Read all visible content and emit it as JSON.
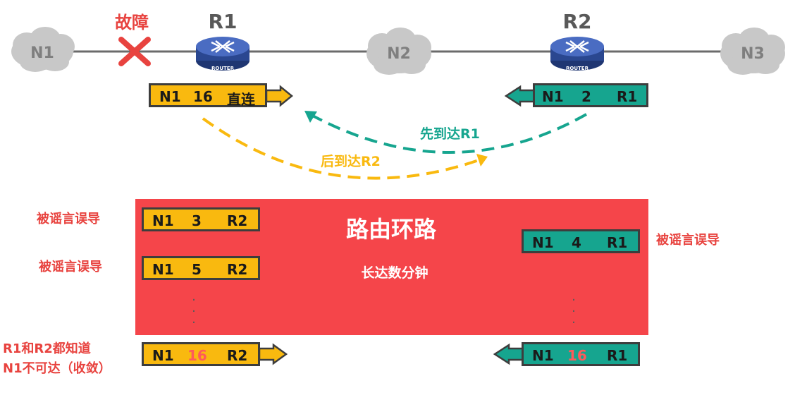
{
  "fault_label": "故障",
  "clouds": {
    "n1": "N1",
    "n2": "N2",
    "n3": "N3"
  },
  "routers": {
    "r1": "R1",
    "r2": "R2",
    "router_caption": "ROUTER"
  },
  "initial": {
    "r1": {
      "net": "N1",
      "dist": "16",
      "next": "直连"
    },
    "r2": {
      "net": "N1",
      "dist": "2",
      "next": "R1"
    }
  },
  "arrivals": {
    "first": "先到达R1",
    "second": "后到达R2"
  },
  "loop": {
    "title": "路由环路",
    "subtitle": "长达数分钟"
  },
  "misled_label": "被谣言误导",
  "rows": [
    {
      "net": "N1",
      "dist": "3",
      "next": "R2"
    },
    {
      "net": "N1",
      "dist": "5",
      "next": "R2"
    },
    {
      "net": "N1",
      "dist": "4",
      "next": "R1"
    }
  ],
  "final": {
    "label_line1": "R1和R2都知道",
    "label_line2": "N1不可达（收敛）",
    "r1": {
      "net": "N1",
      "dist": "16",
      "next": "R2"
    },
    "r2": {
      "net": "N1",
      "dist": "16",
      "next": "R1"
    }
  },
  "dots_glyph": "·",
  "colors": {
    "yellow": "#f9b90f",
    "green": "#16a58f",
    "loop_red": "#f5454a",
    "label_red": "#e8433f",
    "router_blue": "#2e4a9c"
  }
}
